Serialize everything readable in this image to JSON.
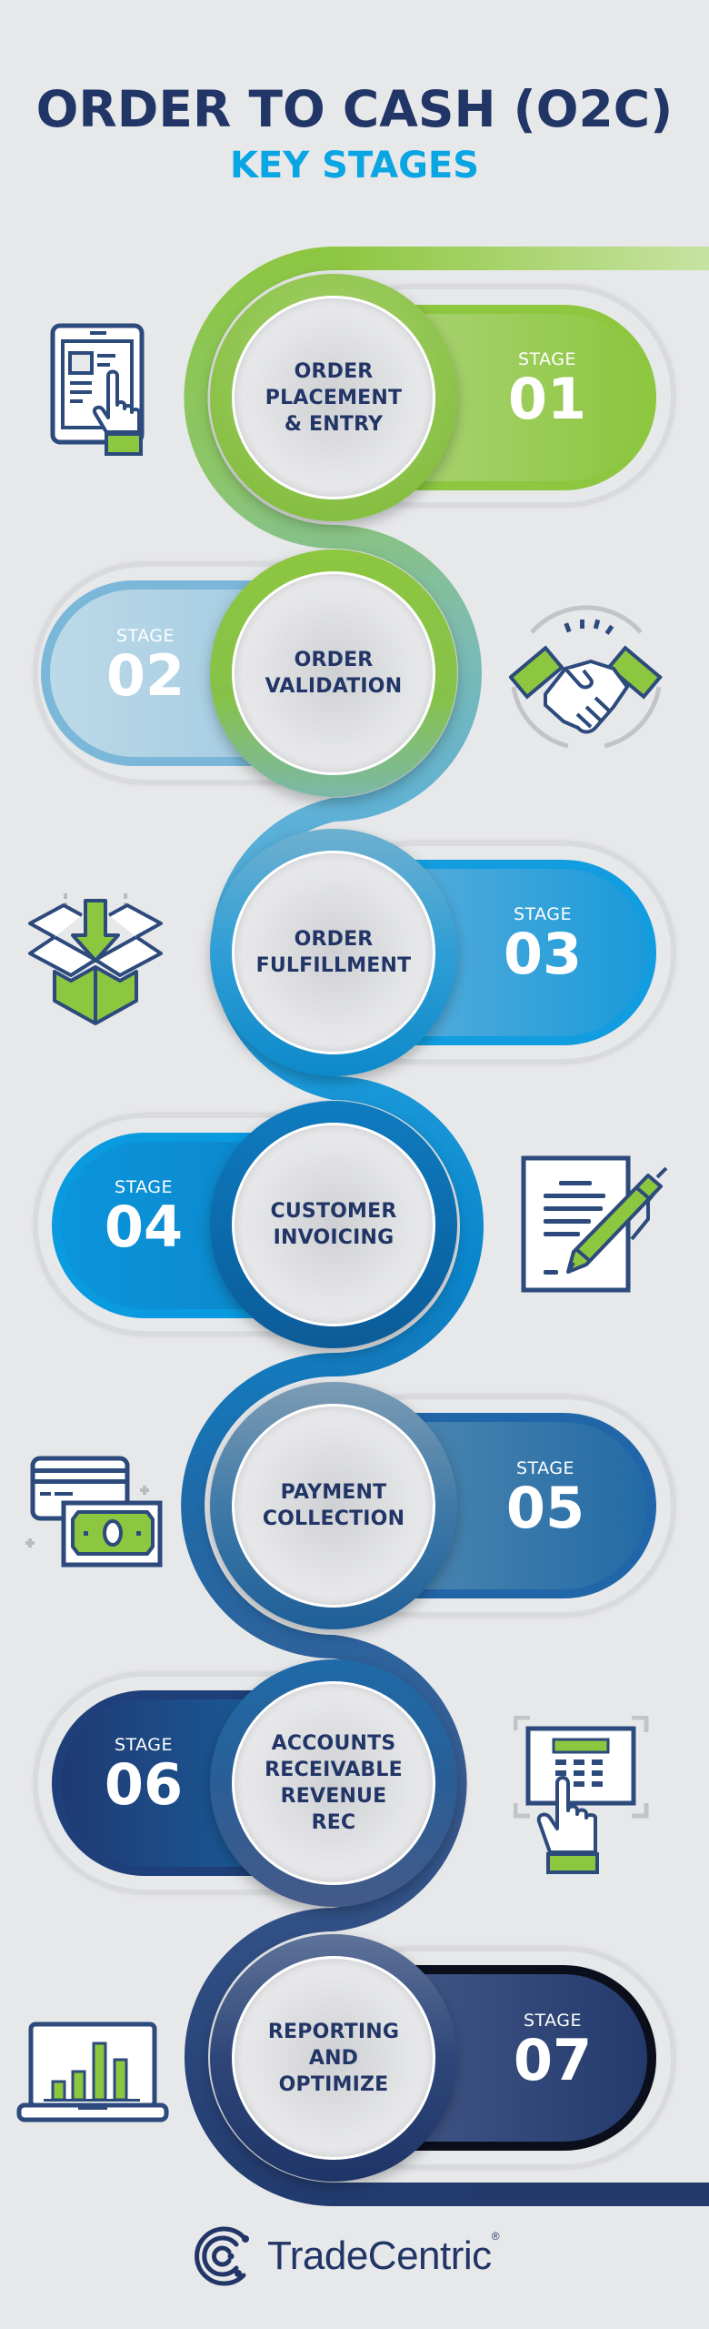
{
  "header": {
    "title": "ORDER TO CASH (O2C)",
    "subtitle": "KEY STAGES"
  },
  "colors": {
    "title": "#213566",
    "subtitle": "#0aa5e3",
    "background": "#e7e8ea",
    "icon_outline": "#2d4a7c",
    "icon_accent": "#8dc63f"
  },
  "stages": [
    {
      "label": "STAGE",
      "number": "01",
      "lines": [
        "ORDER",
        "PLACEMENT",
        "& ENTRY"
      ],
      "icon": "tablet-touch-icon",
      "color": "#8dc63f"
    },
    {
      "label": "STAGE",
      "number": "02",
      "lines": [
        "ORDER",
        "VALIDATION"
      ],
      "icon": "handshake-icon",
      "color": "#7fb8d6"
    },
    {
      "label": "STAGE",
      "number": "03",
      "lines": [
        "ORDER",
        "FULFILLMENT"
      ],
      "icon": "box-download-icon",
      "color": "#1a9ad6"
    },
    {
      "label": "STAGE",
      "number": "04",
      "lines": [
        "CUSTOMER",
        "INVOICING"
      ],
      "icon": "document-pen-icon",
      "color": "#0a8ed2"
    },
    {
      "label": "STAGE",
      "number": "05",
      "lines": [
        "PAYMENT",
        "COLLECTION"
      ],
      "icon": "card-cash-icon",
      "color": "#2068a6"
    },
    {
      "label": "STAGE",
      "number": "06",
      "lines": [
        "ACCOUNTS",
        "RECEIVABLE",
        "REVENUE",
        "REC"
      ],
      "icon": "keypad-touch-icon",
      "color": "#1b4f91"
    },
    {
      "label": "STAGE",
      "number": "07",
      "lines": [
        "REPORTING",
        "AND",
        "OPTIMIZE"
      ],
      "icon": "laptop-chart-icon",
      "color": "#243a6c"
    }
  ],
  "footer": {
    "brand": "TradeCentric",
    "registered": "®"
  }
}
